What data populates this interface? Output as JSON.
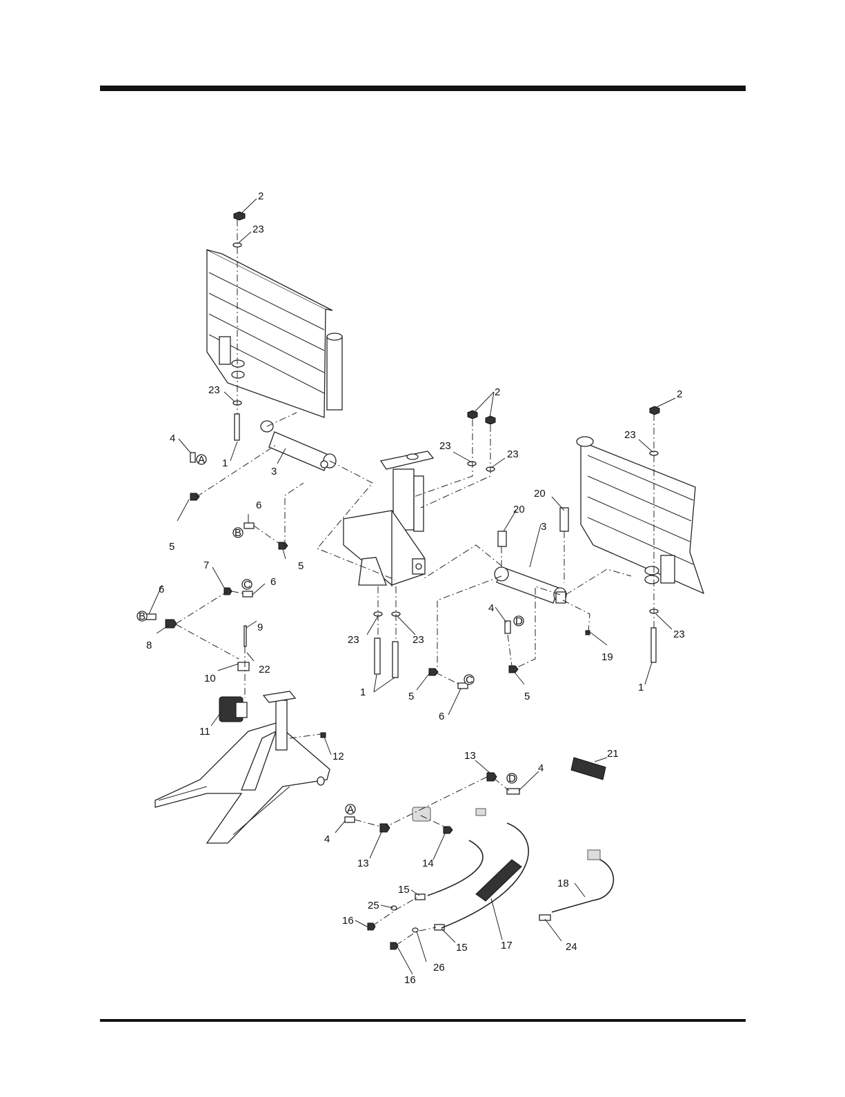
{
  "callouts": {
    "c2a": "2",
    "c23a": "23",
    "c23b": "23",
    "c1a": "1",
    "c3a": "3",
    "c4a": "4",
    "c5a": "5",
    "c6a": "6",
    "c5b": "5",
    "c7": "7",
    "c6b": "6",
    "c6c": "6",
    "c8": "8",
    "c9": "9",
    "c22": "22",
    "c10": "10",
    "c11": "11",
    "c12": "12",
    "c2b": "2",
    "c23c": "23",
    "c23d": "23",
    "c23e": "23",
    "c23f": "23",
    "c1b": "1",
    "c20a": "20",
    "c20b": "20",
    "c3b": "3",
    "c2c": "2",
    "c23g": "23",
    "c23h": "23",
    "c1c": "1",
    "c19": "19",
    "c4b": "4",
    "c5c": "5",
    "c5d": "5",
    "c6d": "6",
    "c13a": "13",
    "c4c": "4",
    "c21": "21",
    "c4d": "4",
    "c13b": "13",
    "c14": "14",
    "c15a": "15",
    "c25": "25",
    "c16a": "16",
    "c15b": "15",
    "c26": "26",
    "c16b": "16",
    "c17": "17",
    "c18": "18",
    "c24": "24"
  },
  "connection_markers": {
    "mA1": "A",
    "mB1": "B",
    "mC1": "C",
    "mB2": "B",
    "mC2": "C",
    "mD1": "D",
    "mD2": "D",
    "mA2": "A"
  }
}
